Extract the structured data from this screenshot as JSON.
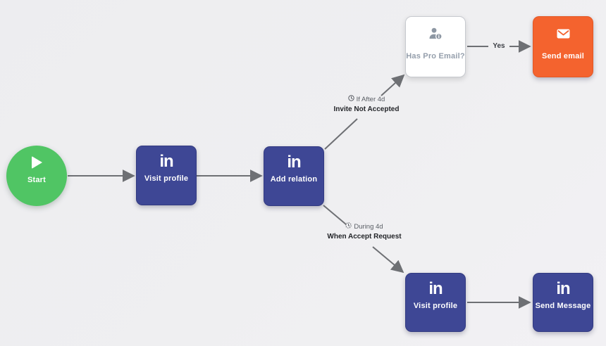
{
  "canvas": {
    "background_color": "#eeeef0",
    "arrow_color": "#6e7074"
  },
  "nodes": {
    "start": {
      "label": "Start",
      "icon": "play-icon",
      "color": "#50c564"
    },
    "visit_profile_1": {
      "label": "Visit profile",
      "logo": "in",
      "color": "#3e4795"
    },
    "add_relation": {
      "label": "Add relation",
      "logo": "in",
      "color": "#3e4795"
    },
    "has_pro_email": {
      "label": "Has Pro Email?",
      "icon": "person-info-icon",
      "color": "#ffffff"
    },
    "send_email": {
      "label": "Send email",
      "icon": "envelope-icon",
      "color": "#f4632e"
    },
    "visit_profile_2": {
      "label": "Visit profile",
      "logo": "in",
      "color": "#3e4795"
    },
    "send_message": {
      "label": "Send Message",
      "logo": "in",
      "color": "#3e4795"
    }
  },
  "edges": {
    "yes_label": "Yes",
    "upper_branch": {
      "line1": "If After 4d",
      "line2": "Invite Not Accepted",
      "icon": "clock-icon"
    },
    "lower_branch": {
      "line1": "During 4d",
      "line2": "When Accept Request",
      "icon": "clock-dashed-icon"
    }
  }
}
